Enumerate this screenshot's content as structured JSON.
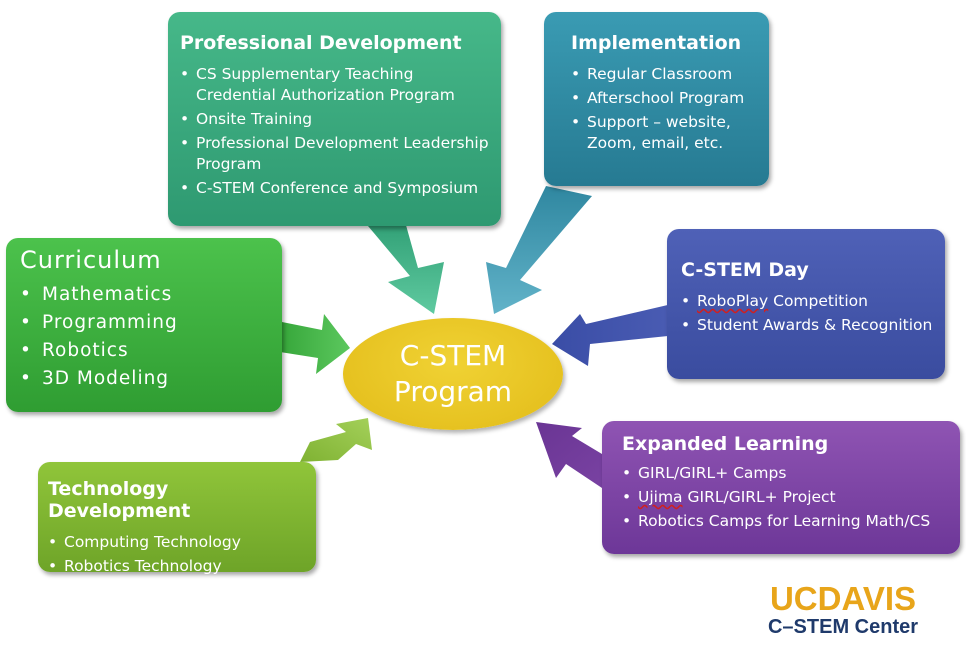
{
  "center": {
    "line1": "C-STEM",
    "line2": "Program",
    "color": "#e8c422"
  },
  "boxes": {
    "professional_development": {
      "title": "Professional Development",
      "color": "#3aaa7e",
      "items": [
        "CS Supplementary Teaching Credential Authorization Program",
        "Onsite Training",
        "Professional Development Leadership Program",
        "C-STEM Conference  and Symposium"
      ]
    },
    "implementation": {
      "title": "Implementation",
      "color": "#2f8aa3",
      "items": [
        "Regular Classroom",
        "Afterschool Program",
        "Support – website, Zoom, email, etc."
      ]
    },
    "curriculum": {
      "title": "Curriculum",
      "color": "#3db03f",
      "items": [
        "Mathematics",
        "Programming",
        "Robotics",
        "3D Modeling"
      ]
    },
    "technology_development": {
      "title": "Technology Development",
      "color": "#80b532",
      "items": [
        "Computing Technology",
        "Robotics Technology"
      ]
    },
    "cstem_day": {
      "title": "C-STEM Day",
      "color": "#4557ab",
      "items": [
        {
          "underlined": "RoboPlay",
          "rest": " Competition"
        },
        {
          "underlined": "",
          "rest": "Student Awards & Recognition"
        }
      ]
    },
    "expanded_learning": {
      "title": "Expanded Learning",
      "color": "#7e45a5",
      "items": [
        {
          "underlined": "",
          "rest": "GIRL/GIRL+ Camps"
        },
        {
          "underlined": "Ujima",
          "rest": " GIRL/GIRL+  Project"
        },
        {
          "underlined": "",
          "rest": "Robotics Camps for Learning Math/CS"
        }
      ]
    }
  },
  "bullet_symbol": "•",
  "logo": {
    "line1": "UCDAVIS",
    "line2": "C–STEM Center",
    "gold": "#e8a51a",
    "navy": "#1f3a6b"
  }
}
